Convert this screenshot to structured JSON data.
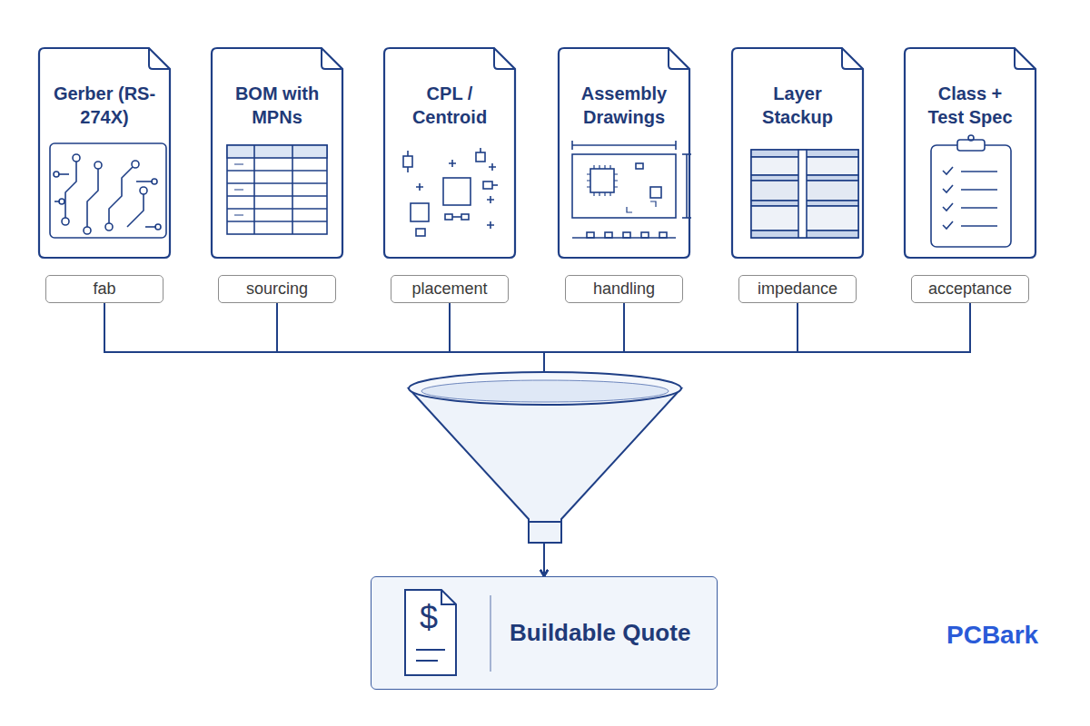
{
  "diagram": {
    "nodes": [
      {
        "text": [
          "Gerber (RS-274X)"
        ]
      },
      {
        "text": [
          "BOM with MPNs"
        ]
      },
      {
        "text": [
          "CPL / Centroid"
        ]
      },
      {
        "text": [
          "Assembly Drawings"
        ]
      },
      {
        "text": [
          "Layer Stackup"
        ]
      },
      {
        "text": [
          "Class + Test Spec"
        ]
      },
      {
        "text": [
          "fab"
        ]
      },
      {
        "text": [
          "sourcing"
        ]
      },
      {
        "text": [
          "placement"
        ]
      },
      {
        "text": [
          "handling"
        ]
      },
      {
        "text": [
          "impedance"
        ]
      },
      {
        "text": [
          "acceptance"
        ]
      },
      {
        "text": [
          "Buildable Quote"
        ]
      }
    ],
    "edges": [
      {
        "from": 6,
        "to": 12,
        "arrow": "to"
      },
      {
        "from": 7,
        "to": 12,
        "arrow": "to"
      },
      {
        "from": 8,
        "to": 12,
        "arrow": "to"
      },
      {
        "from": 9,
        "to": 12,
        "arrow": "to"
      },
      {
        "from": 10,
        "to": 12,
        "arrow": "to"
      },
      {
        "from": 11,
        "to": 12,
        "arrow": "to"
      }
    ],
    "labels": [
      "$",
      "PCBark"
    ]
  }
}
